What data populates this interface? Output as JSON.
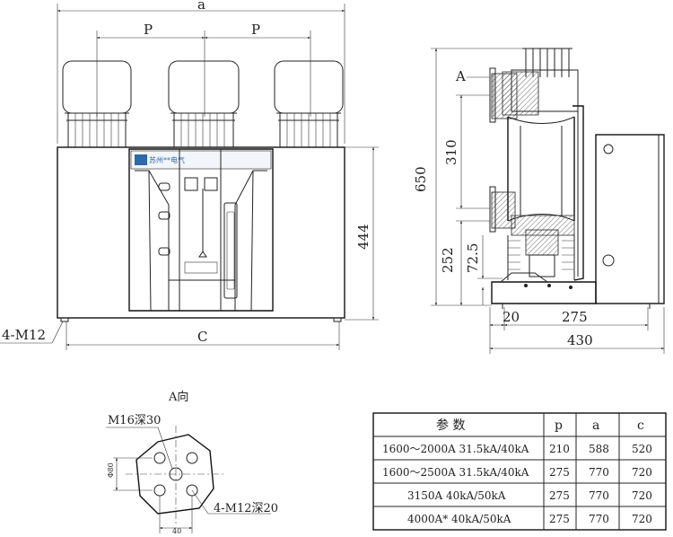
{
  "front_view": {
    "dim_a": "a",
    "dim_p_left": "P",
    "dim_p_right": "P",
    "dim_c": "C",
    "dim_444": "444",
    "mount_label": "4-M12",
    "brand_text": "苏州**电气"
  },
  "side_view": {
    "label_a": "A",
    "dim_650": "650",
    "dim_310": "310",
    "dim_252": "252",
    "dim_72_5": "72.5",
    "dim_20": "20",
    "dim_275": "275",
    "dim_430": "430"
  },
  "detail_view": {
    "title": "A向",
    "m16_label": "M16深30",
    "m12_label": "4-M12深20",
    "dim_80": "Φ80",
    "dim_40": "40"
  },
  "param_table": {
    "headers": [
      "参 数",
      "p",
      "a",
      "c"
    ],
    "rows": [
      [
        "1600～2000A 31.5kA/40kA",
        "210",
        "588",
        "520"
      ],
      [
        "1600～2500A 31.5kA/40kA",
        "275",
        "770",
        "720"
      ],
      [
        "3150A 40kA/50kA",
        "275",
        "770",
        "720"
      ],
      [
        "4000A* 40kA/50kA",
        "275",
        "770",
        "720"
      ]
    ]
  }
}
